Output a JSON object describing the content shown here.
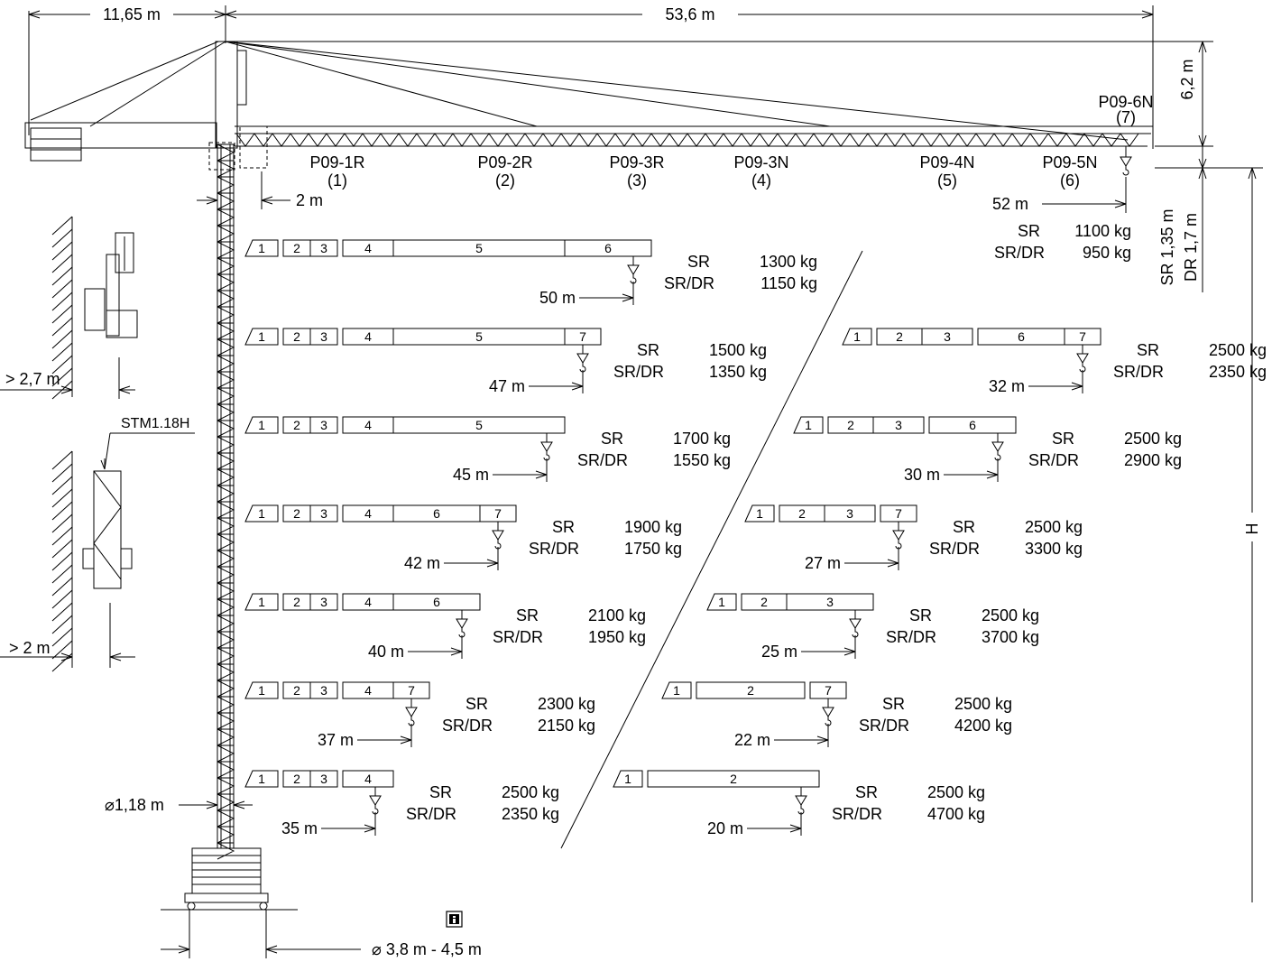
{
  "top": {
    "counter_jib_length": "11,65 m",
    "jib_length": "53,6 m",
    "top_height": "6,2 m",
    "tip_section_label": "P09-6N",
    "tip_section_num": "(7)"
  },
  "jib_sections": [
    {
      "label": "P09-1R",
      "num": "(1)"
    },
    {
      "label": "P09-2R",
      "num": "(2)"
    },
    {
      "label": "P09-3R",
      "num": "(3)"
    },
    {
      "label": "P09-3N",
      "num": "(4)"
    },
    {
      "label": "P09-4N",
      "num": "(5)"
    },
    {
      "label": "P09-5N",
      "num": "(6)"
    }
  ],
  "tower_offset": "2 m",
  "max_radius": {
    "radius": "52 m",
    "sr_label": "SR",
    "sr_load": "1100 kg",
    "srdr_label": "SR/DR",
    "srdr_load": "950 kg"
  },
  "hook_heights": {
    "sr": "SR 1,35 m",
    "dr": "DR 1,7 m"
  },
  "height_label": "H",
  "configs_left": [
    {
      "radius": "50 m",
      "segments": [
        "1",
        "2",
        "3",
        "4",
        "5",
        "6"
      ],
      "sr": "1300 kg",
      "srdr": "1150 kg"
    },
    {
      "radius": "47 m",
      "segments": [
        "1",
        "2",
        "3",
        "4",
        "5",
        "7"
      ],
      "sr": "1500 kg",
      "srdr": "1350 kg"
    },
    {
      "radius": "45 m",
      "segments": [
        "1",
        "2",
        "3",
        "4",
        "5"
      ],
      "sr": "1700 kg",
      "srdr": "1550 kg"
    },
    {
      "radius": "42 m",
      "segments": [
        "1",
        "2",
        "3",
        "4",
        "6",
        "7"
      ],
      "sr": "1900 kg",
      "srdr": "1750 kg"
    },
    {
      "radius": "40 m",
      "segments": [
        "1",
        "2",
        "3",
        "4",
        "6"
      ],
      "sr": "2100 kg",
      "srdr": "1950 kg"
    },
    {
      "radius": "37 m",
      "segments": [
        "1",
        "2",
        "3",
        "4",
        "7"
      ],
      "sr": "2300 kg",
      "srdr": "2150 kg"
    },
    {
      "radius": "35 m",
      "segments": [
        "1",
        "2",
        "3",
        "4"
      ],
      "sr": "2500 kg",
      "srdr": "2350 kg"
    }
  ],
  "configs_right": [
    {
      "radius": "32 m",
      "segments": [
        "1",
        "2",
        "3",
        "6",
        "7"
      ],
      "sr": "2500 kg",
      "srdr": "2350 kg"
    },
    {
      "radius": "30 m",
      "segments": [
        "1",
        "2",
        "3",
        "6"
      ],
      "sr": "2500 kg",
      "srdr": "2900 kg"
    },
    {
      "radius": "27 m",
      "segments": [
        "1",
        "2",
        "3",
        "7"
      ],
      "sr": "2500 kg",
      "srdr": "3300 kg"
    },
    {
      "radius": "25 m",
      "segments": [
        "1",
        "2",
        "3"
      ],
      "sr": "2500 kg",
      "srdr": "3700 kg"
    },
    {
      "radius": "22 m",
      "segments": [
        "1",
        "2",
        "7"
      ],
      "sr": "2500 kg",
      "srdr": "4200 kg"
    },
    {
      "radius": "20 m",
      "segments": [
        "1",
        "2"
      ],
      "sr": "2500 kg",
      "srdr": "4700 kg"
    }
  ],
  "load_labels": {
    "sr": "SR",
    "srdr": "SR/DR"
  },
  "wall_clearance_1": "> 2,7 m",
  "wall_clearance_2": "> 2 m",
  "climbing_frame": "STM1.18H",
  "mast_width": "1,18 m",
  "base_size": "3,8 m - 4,5 m",
  "info_icon": "info-icon"
}
